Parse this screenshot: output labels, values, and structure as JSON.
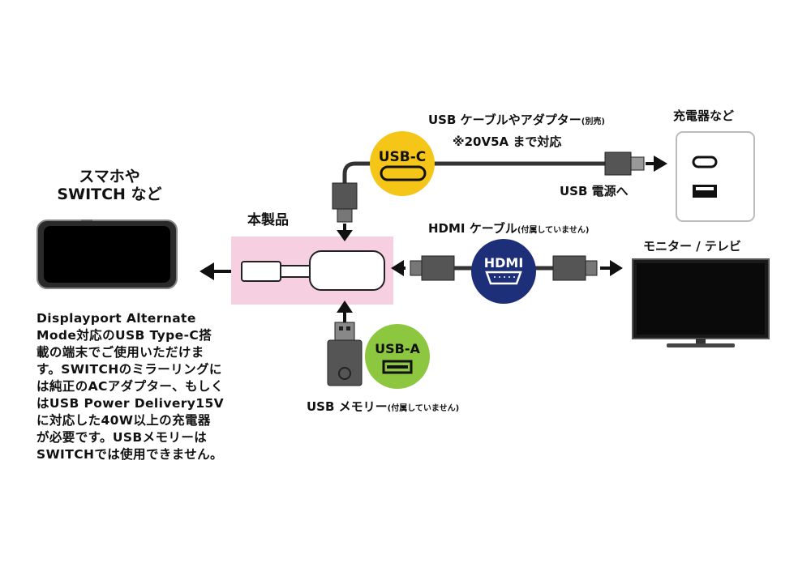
{
  "labels": {
    "phone_title": "スマホや\nSWITCH など",
    "product": "本製品",
    "usb_cable": "USB ケーブルやアダプター",
    "usb_cable_note": "(別売)",
    "power_spec": "※20V5A まで対応",
    "usb_power": "USB 電源へ",
    "charger": "充電器など",
    "hdmi_cable": "HDMI ケーブル",
    "hdmi_cable_note": "(付属していません)",
    "monitor": "モニター / テレビ",
    "usb_memory": "USB メモリー",
    "usb_memory_note": "(付属していません)"
  },
  "badges": {
    "usbc": "USB-C",
    "hdmi": "HDMI",
    "usba": "USB-A"
  },
  "description": "Displayport Alternate\nMode対応のUSB Type-C搭\n載の端末でご使用いただけま\nす。SWITCHのミラーリングに\nは純正のACアダプター、もしく\nはUSB Power Delivery15V\nに対応した40W以上の充電器\nが必要です。USBメモリーは\nSWITCHでは使用できません。",
  "colors": {
    "usbc_badge": "#f5c518",
    "hdmi_badge": "#1e2f7a",
    "usba_badge": "#8dc63f",
    "product_area": "#f6cfe0",
    "connector": "#555555"
  }
}
